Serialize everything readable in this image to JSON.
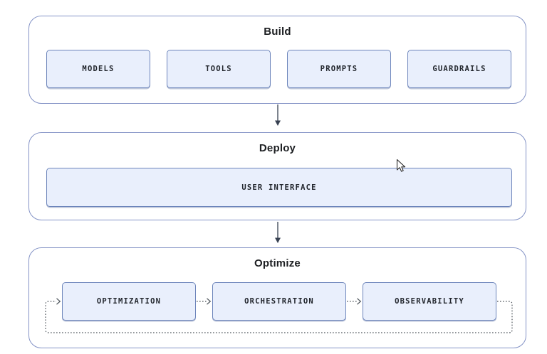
{
  "diagram": {
    "sections": [
      {
        "title": "Build",
        "items": [
          {
            "label": "MODELS"
          },
          {
            "label": "TOOLS"
          },
          {
            "label": "PROMPTS"
          },
          {
            "label": "GUARDRAILS"
          }
        ]
      },
      {
        "title": "Deploy",
        "items": [
          {
            "label": "USER INTERFACE"
          }
        ]
      },
      {
        "title": "Optimize",
        "items": [
          {
            "label": "OPTIMIZATION"
          },
          {
            "label": "ORCHESTRATION"
          },
          {
            "label": "OBSERVABILITY"
          }
        ]
      }
    ],
    "flow": {
      "vertical_arrows": [
        {
          "from": "Build",
          "to": "Deploy",
          "style": "solid"
        },
        {
          "from": "Deploy",
          "to": "Optimize",
          "style": "solid"
        }
      ],
      "optimize_chain": {
        "style": "dotted",
        "sequence": [
          "OPTIMIZATION",
          "ORCHESTRATION",
          "OBSERVABILITY"
        ],
        "feedback_loop": "OBSERVABILITY back to OPTIMIZATION"
      }
    },
    "colors": {
      "node_fill": "#e9effc",
      "node_border": "#6d85bb",
      "panel_border": "#8493c6",
      "label_text": "#22262d",
      "connector": "#4a5158"
    }
  }
}
